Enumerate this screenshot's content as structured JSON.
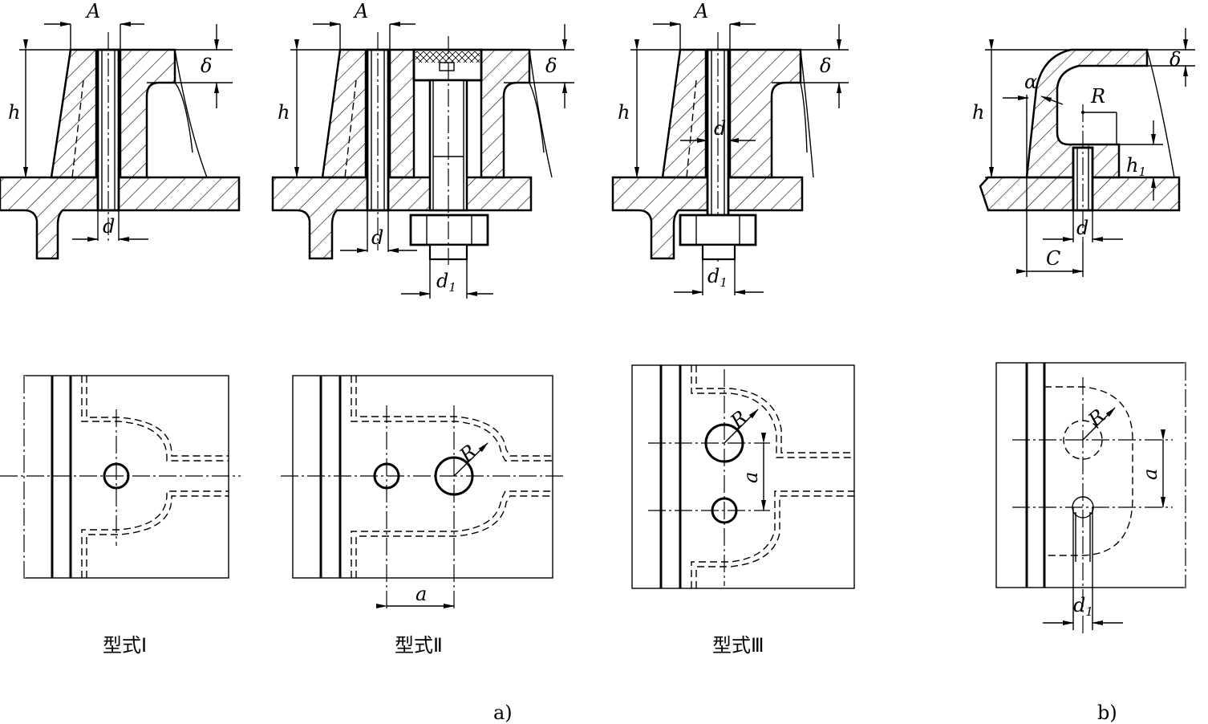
{
  "labels": {
    "A": "A",
    "h": "h",
    "delta": "δ",
    "d": "d",
    "d1_main": "d",
    "d1_sub": "1",
    "R": "R",
    "a": "a",
    "alpha": "α",
    "C": "C",
    "h1_main": "h",
    "h1_sub": "1"
  },
  "captions": {
    "type1": "型式Ⅰ",
    "type2": "型式Ⅱ",
    "type3": "型式Ⅲ",
    "part_a": "a)",
    "part_b": "b)"
  }
}
